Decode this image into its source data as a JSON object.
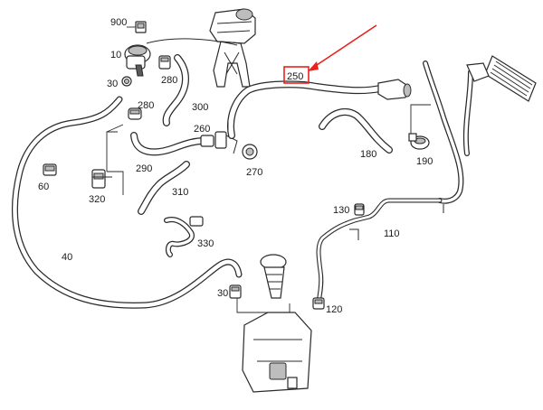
{
  "labels": {
    "p900": "900",
    "p10": "10",
    "p30a": "30",
    "p280a": "280",
    "p280b": "280",
    "p300": "300",
    "p250": "250",
    "p260": "260",
    "p270": "270",
    "p290": "290",
    "p310": "310",
    "p320": "320",
    "p330": "330",
    "p60": "60",
    "p40": "40",
    "p180": "180",
    "p190": "190",
    "p130": "130",
    "p110": "110",
    "p30b": "30",
    "p120": "120"
  },
  "colors": {
    "highlight": "#e8221c",
    "line": "#2a2a2a",
    "fill": "#ffffff"
  }
}
